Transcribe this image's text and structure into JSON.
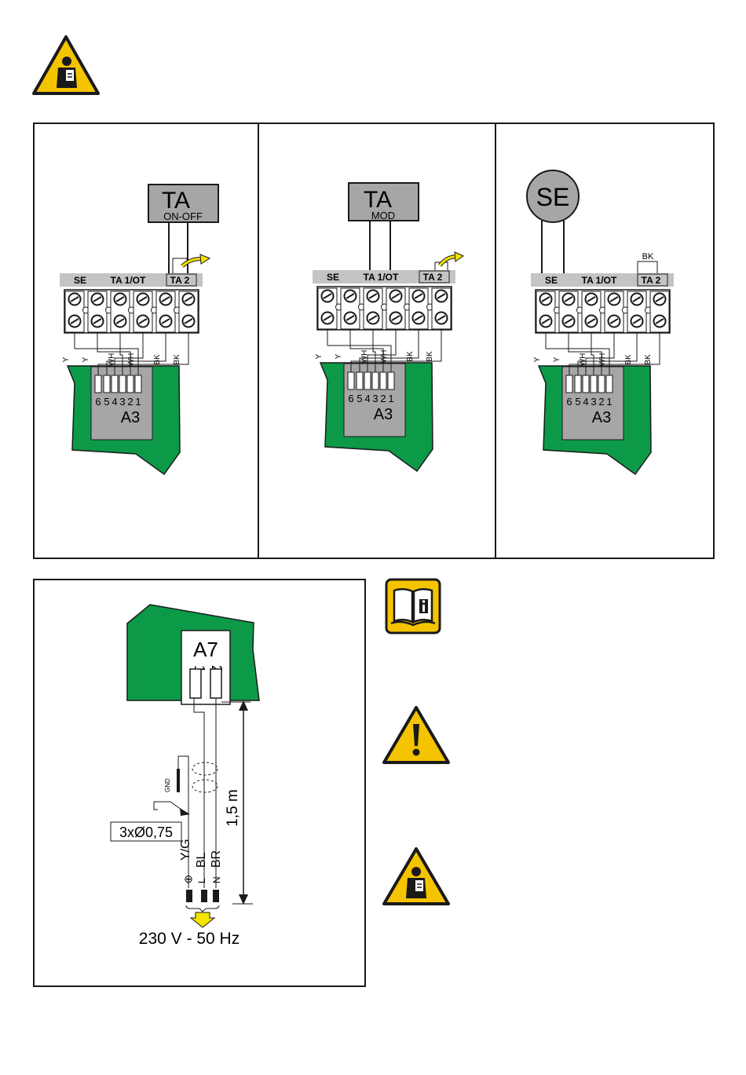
{
  "colors": {
    "board_green": "#0d9a48",
    "warning_yellow": "#f5c400",
    "grey_box": "#a6a6a6",
    "terminal_bar": "#c4c4c4",
    "line": "#1a1a1a",
    "arrow_yellow": "#f5e300"
  },
  "icons": {
    "top": "person-hazard-icon",
    "manual": "read-manual-icon",
    "warning": "exclamation-warning-icon",
    "person": "person-hazard-icon"
  },
  "terminal_labels": {
    "se": "SE",
    "ta1": "TA 1/OT",
    "ta2": "TA 2"
  },
  "wire_colors": [
    "Y",
    "Y",
    "WH",
    "WH",
    "BK",
    "BK"
  ],
  "connector": {
    "pins": [
      "6",
      "5",
      "4",
      "3",
      "2",
      "1"
    ],
    "label": "A3"
  },
  "panels": [
    {
      "device_title": "TA",
      "device_sub": "ON-OFF"
    },
    {
      "device_title": "TA",
      "device_sub": "MOD"
    },
    {
      "device_title": "SE",
      "device_sub": "",
      "jumper_label": "BK"
    }
  ],
  "power": {
    "board_label": "A7",
    "pins": [
      "1",
      "2"
    ],
    "gnd_label": "GND",
    "cable_label": "3xØ0,75",
    "length_label": "1,5 m",
    "earth_symbol": "⊕",
    "wire_labels": [
      "Y/G",
      "BL",
      "BR"
    ],
    "terminal_labels": [
      "L",
      "N"
    ],
    "supply_label": "230 V - 50 Hz"
  }
}
